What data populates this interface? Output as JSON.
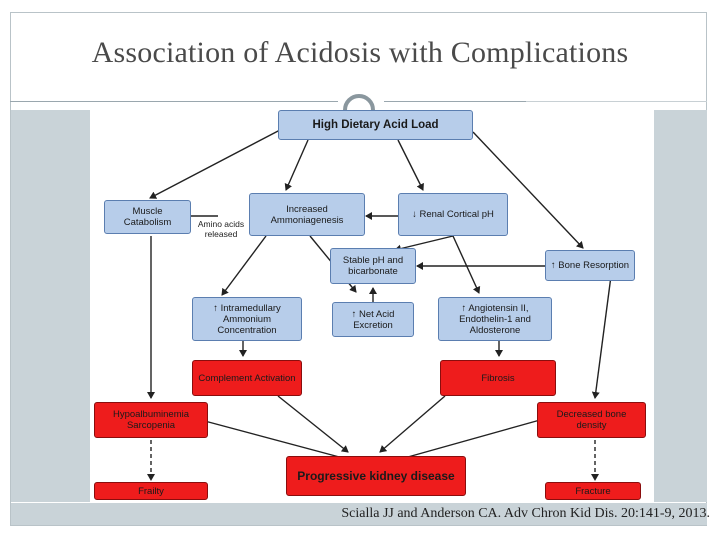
{
  "slide": {
    "title": "Association of Acidosis with Complications",
    "citation": "Scialla JJ and Anderson CA. Adv Chron Kid Dis. 20:141-9, 2013."
  },
  "diagram": {
    "nodes": {
      "high_acid": "High Dietary Acid Load",
      "muscle": "Muscle Catabolism",
      "ammoniagenesis": "Increased Ammoniagenesis",
      "renal_ph": "↓ Renal Cortical pH",
      "stable_ph": "Stable pH and bicarbonate",
      "bone_resorption": "↑ Bone Resorption",
      "ammonium": "↑ Intramedullary Ammonium Concentration",
      "net_acid": "↑ Net Acid Excretion",
      "angiotensin": "↑ Angiotensin II, Endothelin-1 and Aldosterone",
      "complement": "Complement Activation",
      "fibrosis": "Fibrosis",
      "hypoalbuminemia": "Hypoalbuminemia Sarcopenia",
      "bone_density": "Decreased bone density",
      "progressive": "Progressive kidney disease",
      "frailty": "Frailty",
      "fracture": "Fracture"
    },
    "amino_note": "Amino acids released"
  },
  "colors": {
    "blue_box": "#b7cdea",
    "red_box": "#ee1c1c",
    "arrow": "#222222"
  }
}
